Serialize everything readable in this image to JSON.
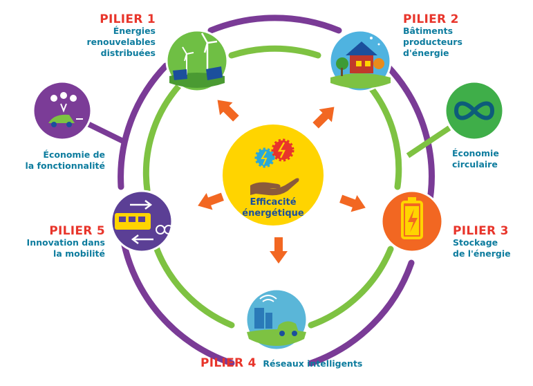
{
  "center": {
    "line1": "Efficacité",
    "line2": "énergétique"
  },
  "pillars": [
    {
      "id": "p1",
      "title": "PILIER 1",
      "lines": [
        "Énergies",
        "renouvelables",
        "distribuées"
      ],
      "icon": "wind-solar-icon"
    },
    {
      "id": "p2",
      "title": "PILIER 2",
      "lines": [
        "Bâtiments",
        "producteurs",
        "d'énergie"
      ],
      "icon": "solar-house-icon"
    },
    {
      "id": "p3",
      "title": "PILIER 3",
      "lines": [
        "Stockage",
        "de l'énergie"
      ],
      "icon": "battery-icon"
    },
    {
      "id": "p4",
      "title": "PILIER 4",
      "lines": [
        "Réseaux intelligents"
      ],
      "icon": "smart-grid-icon"
    },
    {
      "id": "p5",
      "title": "PILIER 5",
      "lines": [
        "Innovation dans",
        "la mobilité"
      ],
      "icon": "tram-bike-icon"
    }
  ],
  "extras": [
    {
      "id": "fonct",
      "lines": [
        "Économie de",
        "la fonctionnalité"
      ],
      "icon": "shared-car-icon"
    },
    {
      "id": "circ",
      "lines": [
        "Économie",
        "circulaire"
      ],
      "icon": "infinity-loop-icon"
    }
  ],
  "colors": {
    "purple": "#7b3c97",
    "green": "#7dc242",
    "orange": "#f26722",
    "red": "#e8352b",
    "teal": "#0d7c9e",
    "yellow": "#ffd400",
    "ring_purple": "#7a3b96",
    "ring_green": "#7ec242"
  }
}
